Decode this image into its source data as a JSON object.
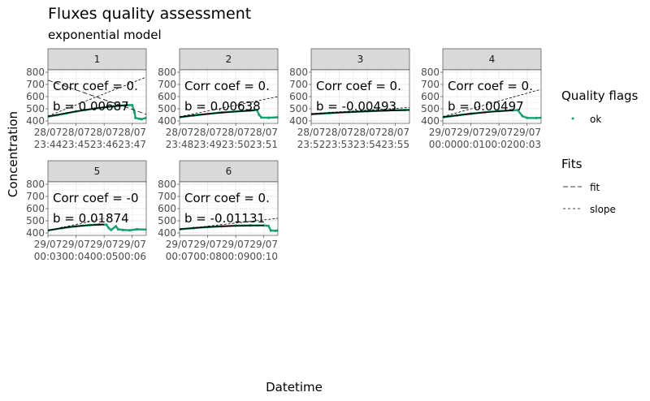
{
  "chart_data": {
    "type": "line",
    "title": "Fluxes quality assessment",
    "subtitle": "exponential model",
    "xlabel": "Datetime",
    "ylabel": "Concentration",
    "ylim": [
      380,
      820
    ],
    "yticks": [
      400,
      500,
      600,
      700,
      800
    ],
    "colors": {
      "ok": "#1b9e77",
      "fit": "#000000",
      "panel_bg": "#ffffff",
      "strip_bg": "#d9d9d9",
      "grid": "#ebebeb"
    },
    "legend": {
      "position": "right",
      "quality_title": "Quality flags",
      "quality_items": [
        "ok"
      ],
      "fits_title": "Fits",
      "fits_items": [
        "fit",
        "slope"
      ]
    },
    "panels": [
      {
        "strip": "1",
        "row": 0,
        "col": 0,
        "corr_label": "Corr coef = 0.",
        "b_label": "b = 0.00687",
        "xlim": [
          0,
          210
        ],
        "xticks": [
          {
            "x": 0,
            "l1": "28/07",
            "l2": "23:44"
          },
          {
            "x": 60,
            "l1": "28/07",
            "l2": "23:45"
          },
          {
            "x": 120,
            "l1": "28/07",
            "l2": "23:46"
          },
          {
            "x": 180,
            "l1": "28/07",
            "l2": "23:47"
          }
        ],
        "points": [
          [
            0,
            435
          ],
          [
            20,
            448
          ],
          [
            40,
            463
          ],
          [
            60,
            478
          ],
          [
            80,
            490
          ],
          [
            100,
            502
          ],
          [
            120,
            512
          ],
          [
            140,
            520
          ],
          [
            155,
            526
          ],
          [
            170,
            530
          ],
          [
            180,
            530
          ],
          [
            185,
            470
          ],
          [
            187,
            425
          ],
          [
            195,
            418
          ],
          [
            200,
            415
          ],
          [
            210,
            425
          ]
        ],
        "fit": [
          [
            0,
            437
          ],
          [
            30,
            458
          ],
          [
            60,
            479
          ],
          [
            90,
            497
          ],
          [
            120,
            512
          ],
          [
            150,
            524
          ],
          [
            170,
            530
          ]
        ],
        "slope": [
          [
            0,
            440
          ],
          [
            210,
            760
          ]
        ],
        "fit_line": [
          [
            0,
            735
          ],
          [
            210,
            455
          ]
        ]
      },
      {
        "strip": "2",
        "row": 0,
        "col": 1,
        "corr_label": "Corr coef = 0.",
        "b_label": "b = 0.00638",
        "xlim": [
          0,
          210
        ],
        "xticks": [
          {
            "x": 0,
            "l1": "28/07",
            "l2": "23:48"
          },
          {
            "x": 60,
            "l1": "28/07",
            "l2": "23:49"
          },
          {
            "x": 120,
            "l1": "28/07",
            "l2": "23:50"
          },
          {
            "x": 180,
            "l1": "28/07",
            "l2": "23:51"
          }
        ],
        "points": [
          [
            0,
            430
          ],
          [
            30,
            445
          ],
          [
            60,
            458
          ],
          [
            90,
            470
          ],
          [
            120,
            478
          ],
          [
            150,
            485
          ],
          [
            165,
            490
          ],
          [
            170,
            450
          ],
          [
            175,
            428
          ],
          [
            190,
            426
          ],
          [
            210,
            430
          ]
        ],
        "fit": [
          [
            0,
            432
          ],
          [
            40,
            450
          ],
          [
            80,
            465
          ],
          [
            120,
            477
          ],
          [
            160,
            487
          ]
        ],
        "slope": [
          [
            0,
            435
          ],
          [
            210,
            600
          ]
        ]
      },
      {
        "strip": "3",
        "row": 0,
        "col": 2,
        "corr_label": "Corr coef = 0.",
        "b_label": "b = -0.00493",
        "xlim": [
          0,
          210
        ],
        "xticks": [
          {
            "x": 0,
            "l1": "28/07",
            "l2": "23:52"
          },
          {
            "x": 60,
            "l1": "28/07",
            "l2": "23:53"
          },
          {
            "x": 120,
            "l1": "28/07",
            "l2": "23:54"
          },
          {
            "x": 180,
            "l1": "28/07",
            "l2": "23:55"
          }
        ],
        "points": [
          [
            0,
            455
          ],
          [
            40,
            465
          ],
          [
            80,
            473
          ],
          [
            120,
            480
          ],
          [
            160,
            486
          ],
          [
            200,
            490
          ],
          [
            210,
            491
          ]
        ],
        "fit": [
          [
            0,
            456
          ],
          [
            60,
            469
          ],
          [
            120,
            479
          ],
          [
            210,
            490
          ]
        ],
        "slope": [
          [
            0,
            460
          ],
          [
            210,
            510
          ]
        ]
      },
      {
        "strip": "4",
        "row": 0,
        "col": 3,
        "corr_label": "Corr coef = 0.",
        "b_label": "b = 0.00497",
        "xlim": [
          0,
          210
        ],
        "xticks": [
          {
            "x": 0,
            "l1": "29/07",
            "l2": "00:00"
          },
          {
            "x": 60,
            "l1": "29/07",
            "l2": "00:01"
          },
          {
            "x": 120,
            "l1": "29/07",
            "l2": "00:02"
          },
          {
            "x": 180,
            "l1": "29/07",
            "l2": "00:03"
          }
        ],
        "points": [
          [
            0,
            430
          ],
          [
            30,
            445
          ],
          [
            60,
            460
          ],
          [
            90,
            472
          ],
          [
            120,
            482
          ],
          [
            150,
            488
          ],
          [
            160,
            489
          ],
          [
            170,
            440
          ],
          [
            180,
            425
          ],
          [
            200,
            424
          ],
          [
            210,
            426
          ]
        ],
        "fit": [
          [
            0,
            432
          ],
          [
            50,
            455
          ],
          [
            100,
            474
          ],
          [
            150,
            486
          ]
        ],
        "slope": [
          [
            0,
            435
          ],
          [
            210,
            660
          ]
        ]
      },
      {
        "strip": "5",
        "row": 1,
        "col": 0,
        "corr_label": "Corr coef = -0",
        "b_label": "b = 0.01874",
        "xlim": [
          0,
          210
        ],
        "xticks": [
          {
            "x": 0,
            "l1": "29/07",
            "l2": "00:03"
          },
          {
            "x": 60,
            "l1": "29/07",
            "l2": "00:04"
          },
          {
            "x": 120,
            "l1": "29/07",
            "l2": "00:05"
          },
          {
            "x": 180,
            "l1": "29/07",
            "l2": "00:06"
          }
        ],
        "points": [
          [
            0,
            420
          ],
          [
            30,
            440
          ],
          [
            60,
            455
          ],
          [
            90,
            465
          ],
          [
            110,
            470
          ],
          [
            125,
            468
          ],
          [
            130,
            440
          ],
          [
            135,
            425
          ],
          [
            145,
            455
          ],
          [
            150,
            430
          ],
          [
            160,
            425
          ],
          [
            175,
            422
          ],
          [
            190,
            430
          ],
          [
            210,
            428
          ]
        ],
        "fit": [
          [
            0,
            422
          ],
          [
            40,
            446
          ],
          [
            80,
            462
          ],
          [
            120,
            470
          ]
        ],
        "slope": [
          [
            0,
            420
          ],
          [
            120,
            520
          ]
        ]
      },
      {
        "strip": "6",
        "row": 1,
        "col": 1,
        "corr_label": "Corr coef = 0.",
        "b_label": "b = -0.01131",
        "xlim": [
          0,
          210
        ],
        "xticks": [
          {
            "x": 0,
            "l1": "29/07",
            "l2": "00:07"
          },
          {
            "x": 60,
            "l1": "29/07",
            "l2": "00:08"
          },
          {
            "x": 120,
            "l1": "29/07",
            "l2": "00:09"
          },
          {
            "x": 180,
            "l1": "29/07",
            "l2": "00:10"
          }
        ],
        "points": [
          [
            0,
            430
          ],
          [
            30,
            440
          ],
          [
            60,
            448
          ],
          [
            90,
            455
          ],
          [
            120,
            460
          ],
          [
            150,
            462
          ],
          [
            180,
            462
          ],
          [
            190,
            458
          ],
          [
            195,
            420
          ],
          [
            205,
            418
          ],
          [
            210,
            420
          ]
        ],
        "fit": [
          [
            0,
            432
          ],
          [
            60,
            449
          ],
          [
            120,
            459
          ],
          [
            180,
            462
          ]
        ],
        "slope": [
          [
            0,
            430
          ],
          [
            210,
            520
          ]
        ]
      }
    ]
  }
}
